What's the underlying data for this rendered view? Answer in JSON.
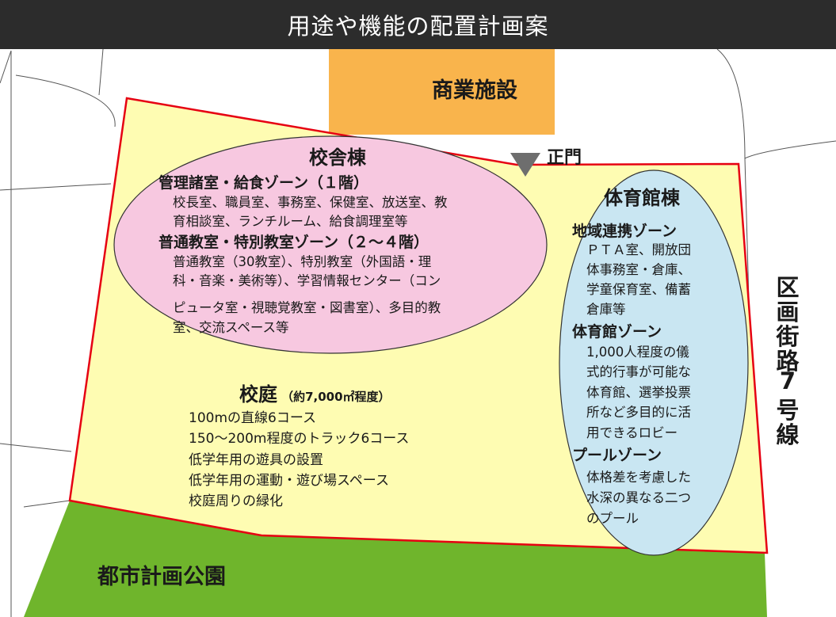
{
  "title": "用途や機能の配置計画案",
  "colors": {
    "site_fill": "#fefcb2",
    "site_border": "#e60012",
    "commercial_fill": "#f9b44c",
    "park_fill": "#6fb52c",
    "school_oval_fill": "#f7c8e0",
    "gym_oval_fill": "#c9e6f2",
    "gate_marker": "#6e6e6e",
    "title_bar": "#2c2c2c"
  },
  "labels": {
    "commercial": "商業施設",
    "gate": "正門",
    "park": "都市計画公園",
    "road": [
      "区",
      "画",
      "街",
      "路",
      "7",
      "号",
      "線"
    ]
  },
  "school_building": {
    "title": "校舎棟",
    "zones": [
      {
        "heading": "管理諸室・給食ゾーン（１階）",
        "lines": [
          "校長室、職員室、事務室、保健室、放送室、教",
          "育相談室、ランチルーム、給食調理室等"
        ]
      },
      {
        "heading": "普通教室・特別教室ゾーン（２～４階）",
        "lines": [
          "普通教室（30教室）、特別教室（外国語・理",
          "科・音楽・美術等）、学習情報センター（コン",
          "ピュータ室・視聴覚教室・図書室）、多目的教",
          "室、交流スペース等"
        ]
      }
    ]
  },
  "schoolyard": {
    "title": "校庭",
    "area_note": "（約7,000㎡程度）",
    "items": [
      "100mの直線6コース",
      "150～200m程度のトラック6コース",
      "低学年用の遊具の設置",
      "低学年用の運動・遊び場スペース",
      "校庭周りの緑化"
    ]
  },
  "gymnasium": {
    "title": "体育館棟",
    "zones": [
      {
        "heading": "地域連携ゾーン",
        "lines": [
          "ＰＴＡ室、開放団",
          "体事務室・倉庫、",
          "学童保育室、備蓄",
          "倉庫等"
        ]
      },
      {
        "heading": "体育館ゾーン",
        "lines": [
          "1,000人程度の儀",
          "式的行事が可能な",
          "体育館、選挙投票",
          "所など多目的に活",
          "用できるロビー"
        ]
      },
      {
        "heading": "プールゾーン",
        "lines": [
          "体格差を考慮した",
          "水深の異なる二つ",
          "のプール"
        ]
      }
    ]
  }
}
